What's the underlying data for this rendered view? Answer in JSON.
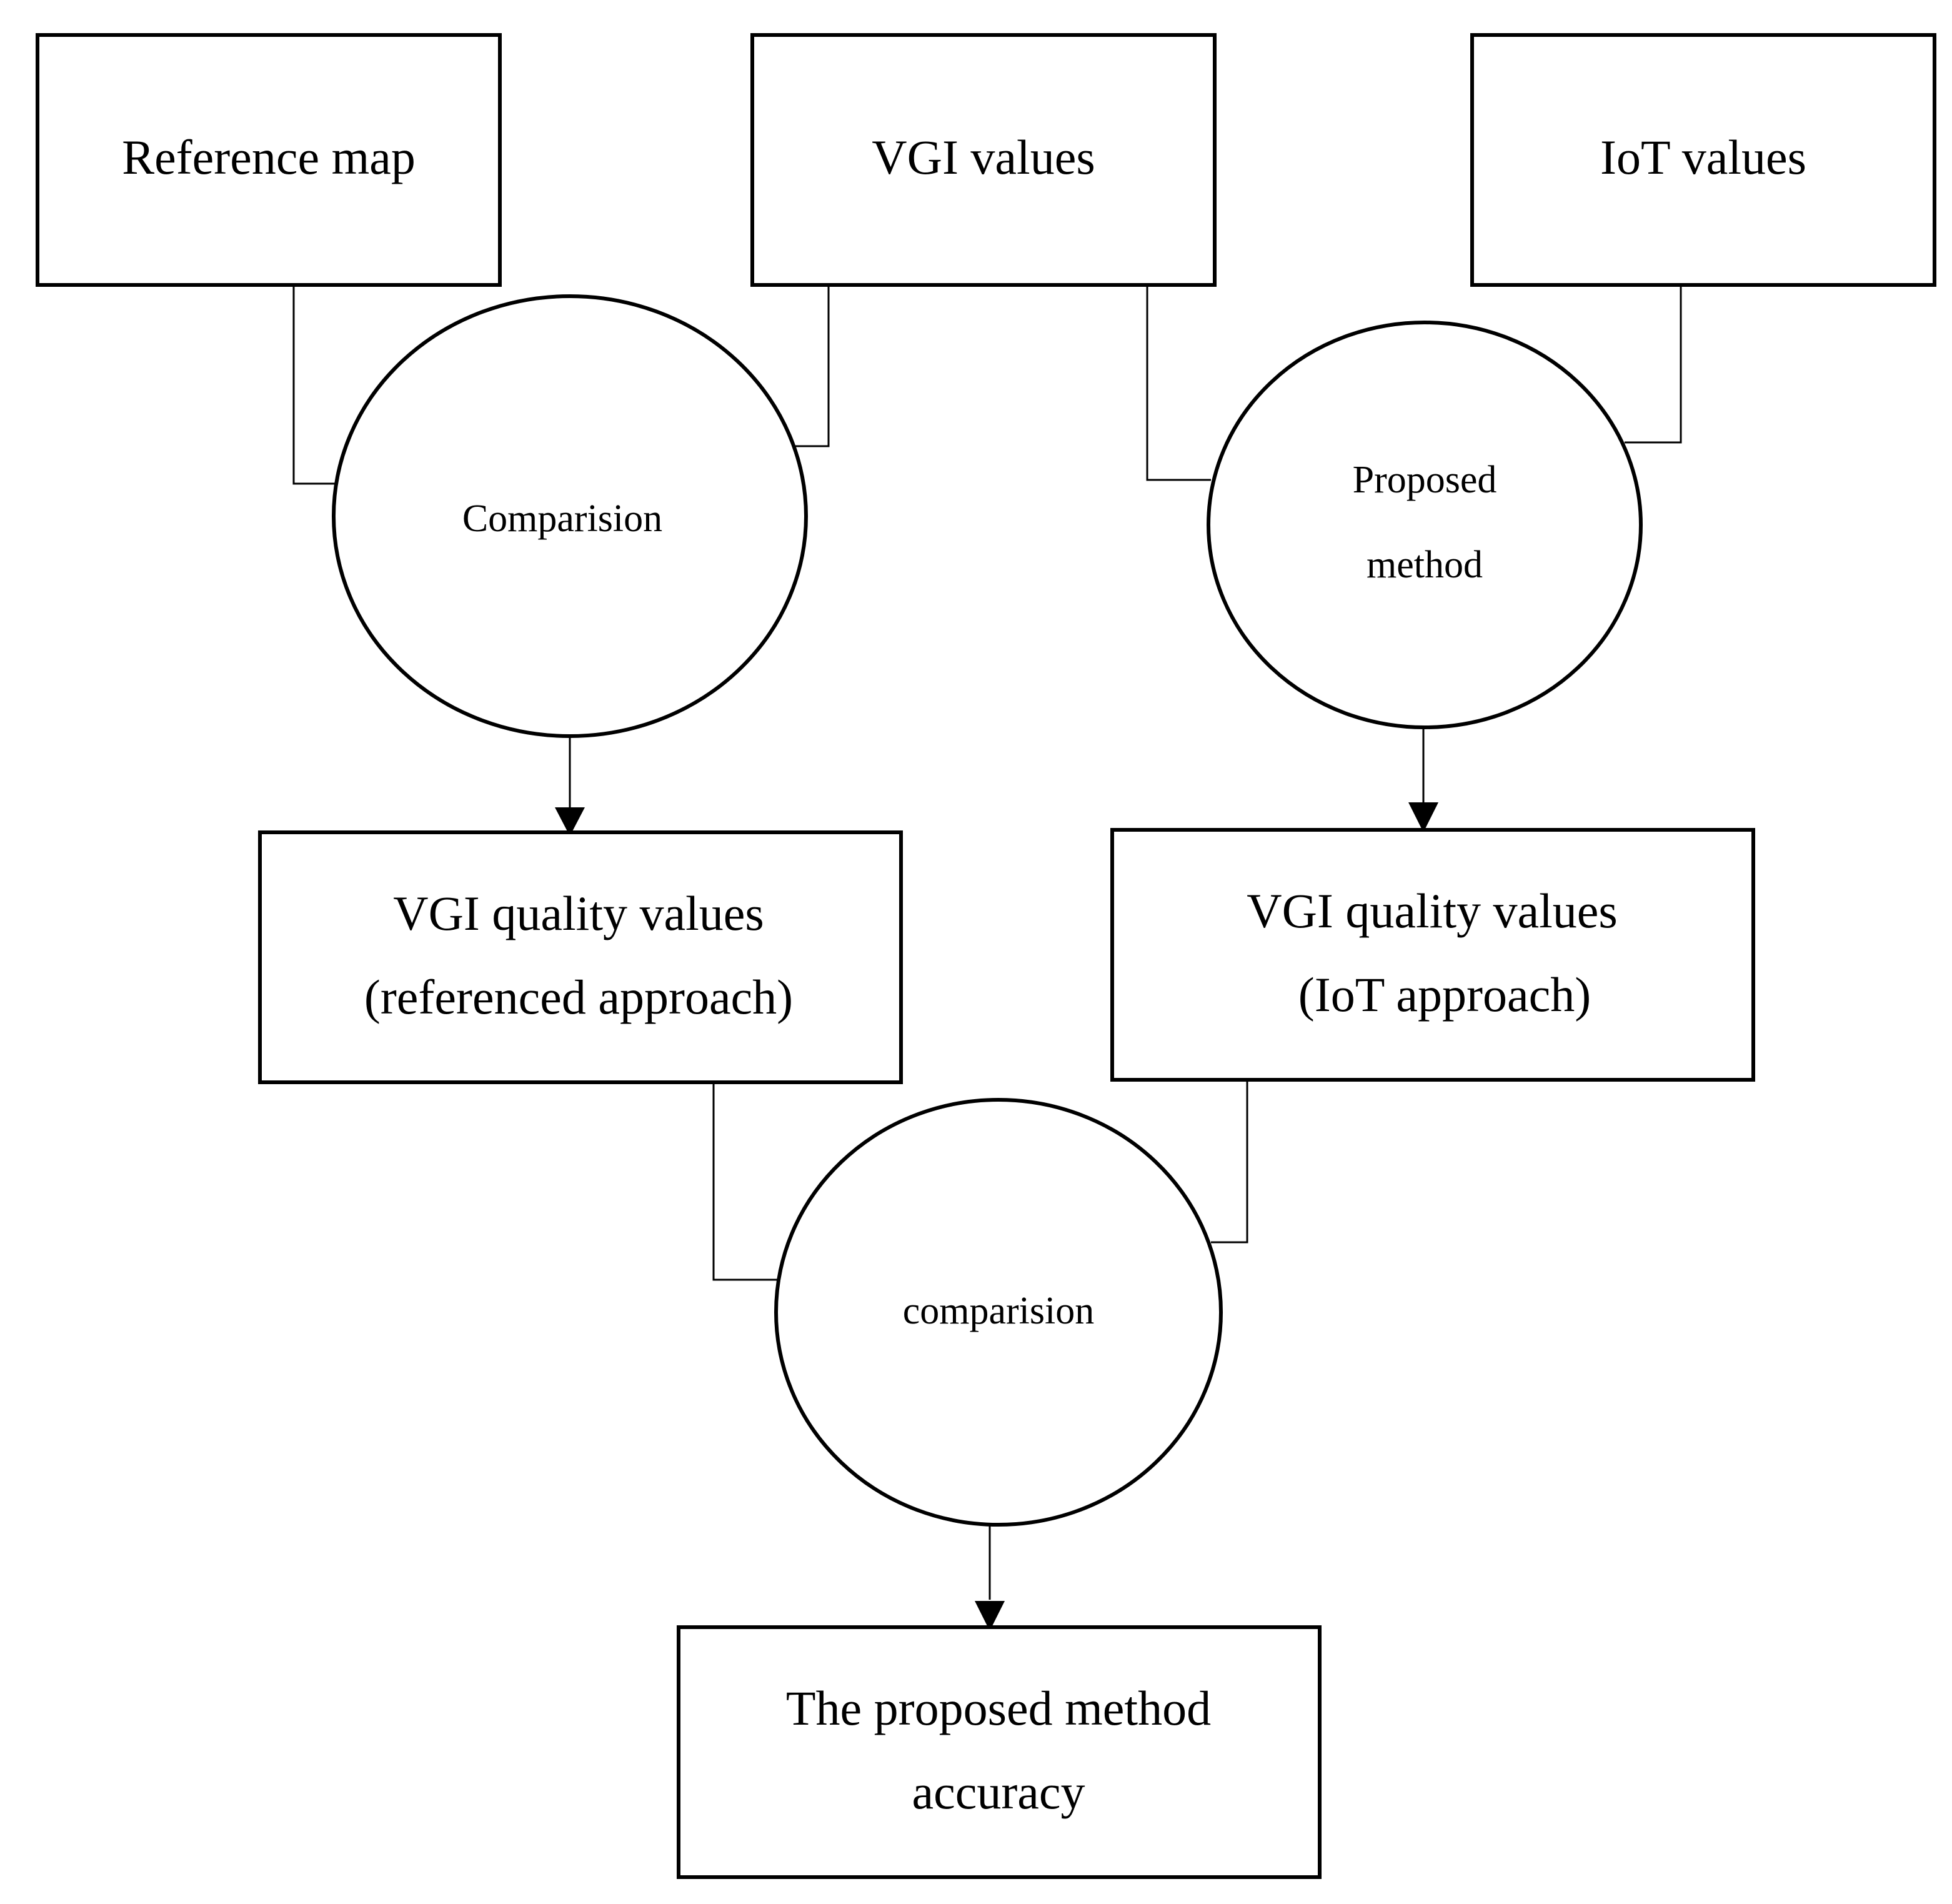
{
  "diagram": {
    "inputs": {
      "reference_map": "Reference map",
      "vgi_values": "VGI values",
      "iot_values": "IoT values"
    },
    "processes": {
      "comparision_top": "Comparision",
      "proposed_method": [
        "Proposed",
        "method"
      ],
      "comparision_bottom": "comparision"
    },
    "outputs": {
      "vgi_quality_referenced": [
        "VGI quality values",
        "(referenced approach)"
      ],
      "vgi_quality_iot": [
        "VGI quality values",
        "(IoT approach)"
      ],
      "accuracy": [
        "The proposed method",
        "accuracy"
      ]
    }
  }
}
